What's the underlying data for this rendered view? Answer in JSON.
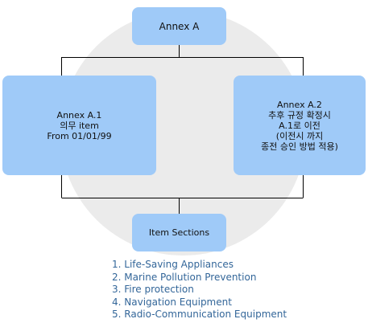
{
  "top_box": {
    "label": "Annex A"
  },
  "left_box": {
    "lines": [
      "Annex A.1",
      "의무 item",
      "From 01/01/99"
    ]
  },
  "right_box": {
    "lines": [
      "Annex A.2",
      "추후 규정 확정시",
      "A.1로 이전",
      "(이전시 까지",
      "종전 승인 방법 적용)"
    ]
  },
  "bottom_box": {
    "label": "Item Sections"
  },
  "sections": [
    "1. Life-Saving Appliances",
    "2. Marine Pollution Prevention",
    "3. Fire protection",
    "4. Navigation Equipment",
    "5. Radio-Communication Equipment"
  ],
  "colors": {
    "box_fill": "#9fcaf8",
    "background_circle": "#ebebeb",
    "connector": "#000000",
    "list_text": "#336699"
  }
}
